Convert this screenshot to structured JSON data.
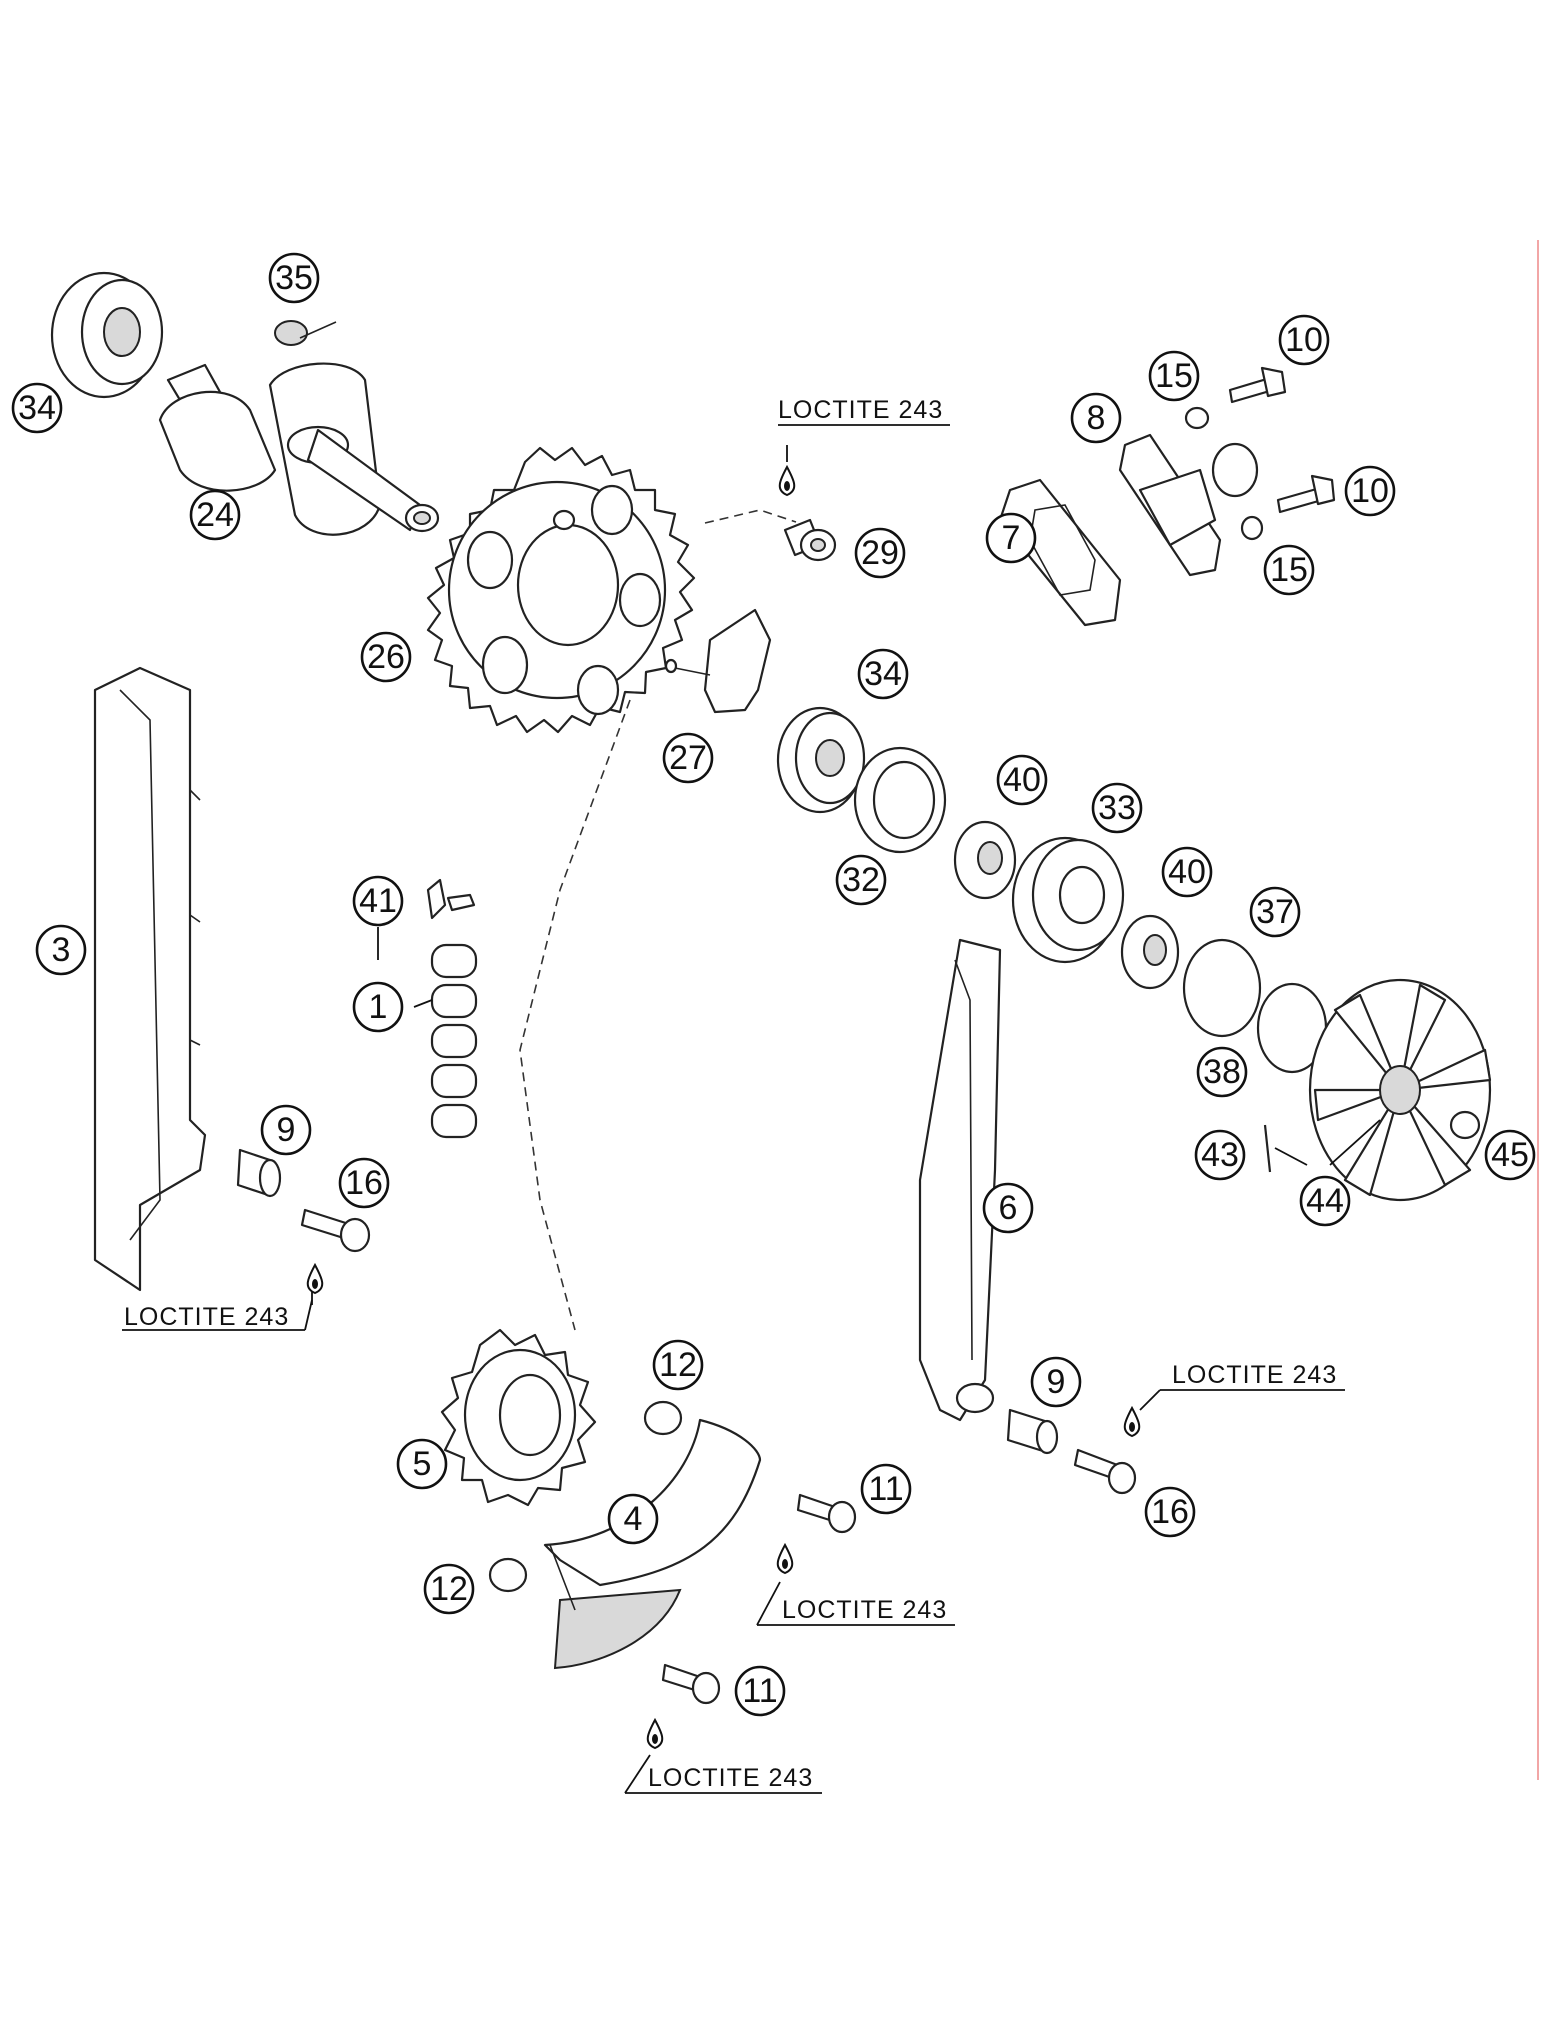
{
  "callouts": [
    {
      "id": "c35",
      "label": "35"
    },
    {
      "id": "c34a",
      "label": "34"
    },
    {
      "id": "c24",
      "label": "24"
    },
    {
      "id": "c10a",
      "label": "10"
    },
    {
      "id": "c15a",
      "label": "15"
    },
    {
      "id": "c8",
      "label": "8"
    },
    {
      "id": "c10b",
      "label": "10"
    },
    {
      "id": "c7",
      "label": "7"
    },
    {
      "id": "c15b",
      "label": "15"
    },
    {
      "id": "c29",
      "label": "29"
    },
    {
      "id": "c26",
      "label": "26"
    },
    {
      "id": "c34b",
      "label": "34"
    },
    {
      "id": "c27",
      "label": "27"
    },
    {
      "id": "c40a",
      "label": "40"
    },
    {
      "id": "c33",
      "label": "33"
    },
    {
      "id": "c32",
      "label": "32"
    },
    {
      "id": "c40b",
      "label": "40"
    },
    {
      "id": "c37",
      "label": "37"
    },
    {
      "id": "c41",
      "label": "41"
    },
    {
      "id": "c3",
      "label": "3"
    },
    {
      "id": "c1",
      "label": "1"
    },
    {
      "id": "c38",
      "label": "38"
    },
    {
      "id": "c9a",
      "label": "9"
    },
    {
      "id": "c43",
      "label": "43"
    },
    {
      "id": "c45",
      "label": "45"
    },
    {
      "id": "c16a",
      "label": "16"
    },
    {
      "id": "c44",
      "label": "44"
    },
    {
      "id": "c6",
      "label": "6"
    },
    {
      "id": "c12a",
      "label": "12"
    },
    {
      "id": "c9b",
      "label": "9"
    },
    {
      "id": "c5",
      "label": "5"
    },
    {
      "id": "c11a",
      "label": "11"
    },
    {
      "id": "c16b",
      "label": "16"
    },
    {
      "id": "c4",
      "label": "4"
    },
    {
      "id": "c12b",
      "label": "12"
    },
    {
      "id": "c11b",
      "label": "11"
    }
  ],
  "notes": [
    {
      "id": "n1",
      "text": "LOCTITE 243"
    },
    {
      "id": "n2",
      "text": "LOCTITE 243"
    },
    {
      "id": "n3",
      "text": "LOCTITE 243"
    },
    {
      "id": "n4",
      "text": "LOCTITE 243"
    },
    {
      "id": "n5",
      "text": "LOCTITE 243"
    }
  ],
  "colors": {
    "line": "#111111",
    "background": "#ffffff",
    "shade": "#d9d9d9",
    "edge_line": "#f2a6a6"
  }
}
